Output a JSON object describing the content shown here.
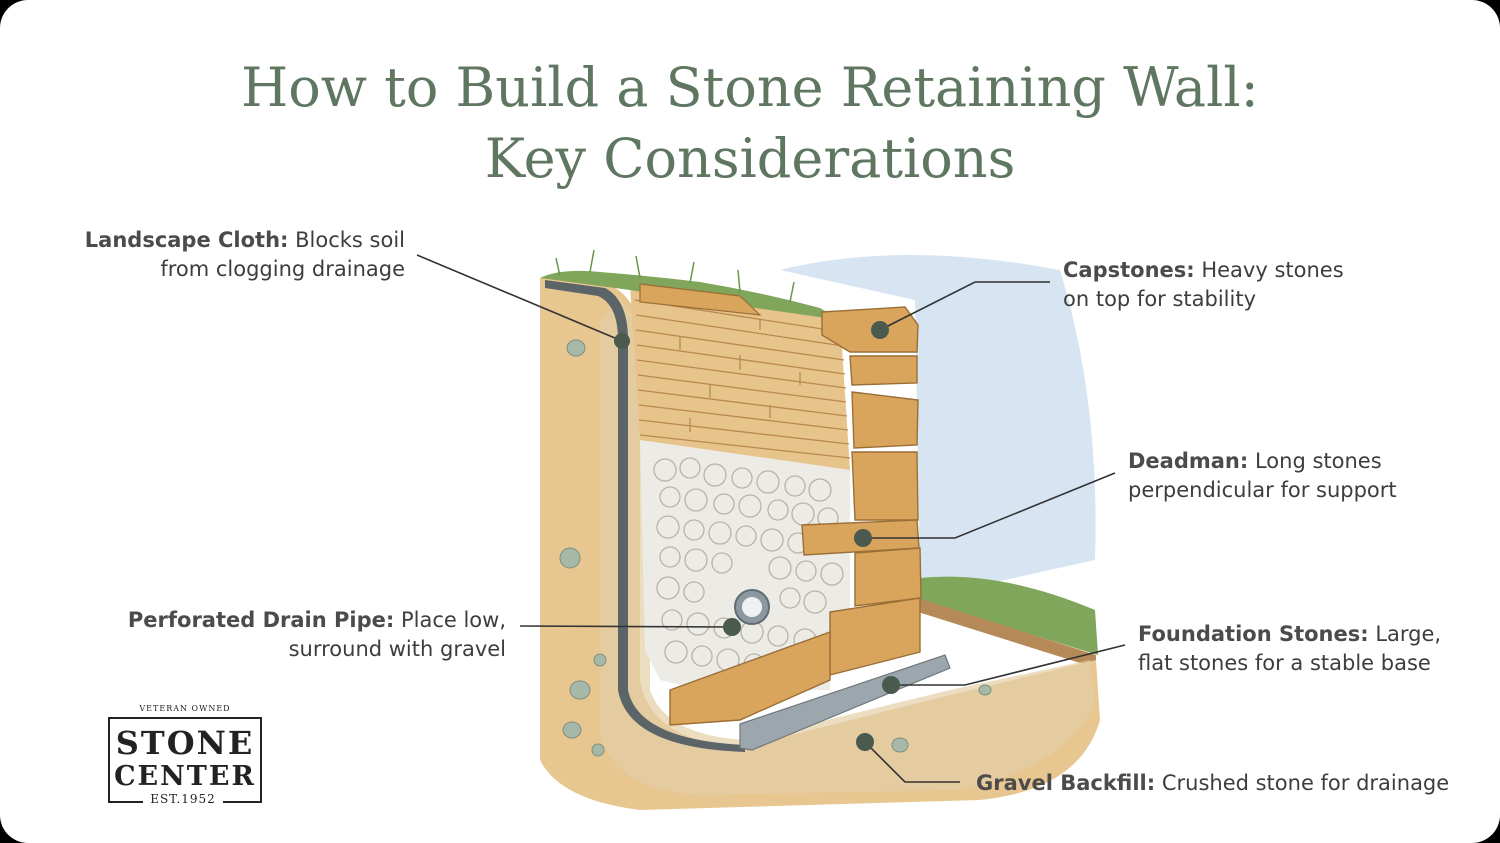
{
  "title": {
    "line1": "How to Build a Stone Retaining Wall:",
    "line2": "Key Considerations"
  },
  "callouts": {
    "landscape_cloth": {
      "label": "Landscape Cloth:",
      "desc1": " Blocks soil",
      "desc2": "from clogging drainage"
    },
    "capstones": {
      "label": "Capstones:",
      "desc1": " Heavy stones",
      "desc2": "on top for stability"
    },
    "deadman": {
      "label": "Deadman:",
      "desc1": " Long stones",
      "desc2": "perpendicular for support"
    },
    "drain_pipe": {
      "label": "Perforated Drain Pipe:",
      "desc1": " Place low,",
      "desc2": "surround with gravel"
    },
    "foundation": {
      "label": "Foundation Stones:",
      "desc1": " Large,",
      "desc2": "flat stones for a stable base"
    },
    "gravel": {
      "label": "Gravel Backfill:",
      "desc1": " Crushed stone for drainage"
    }
  },
  "logo": {
    "tag": "VETERAN OWNED",
    "line1": "STONE",
    "line2": "CENTER",
    "est": "EST.1952"
  },
  "colors": {
    "title": "#5f7660",
    "soil": "#e8c690",
    "stone": "#d9a55c",
    "grass": "#7fa65a",
    "sky": "#c9dcee",
    "gravel": "#ecebe6",
    "marker": "#4a5a4e"
  }
}
